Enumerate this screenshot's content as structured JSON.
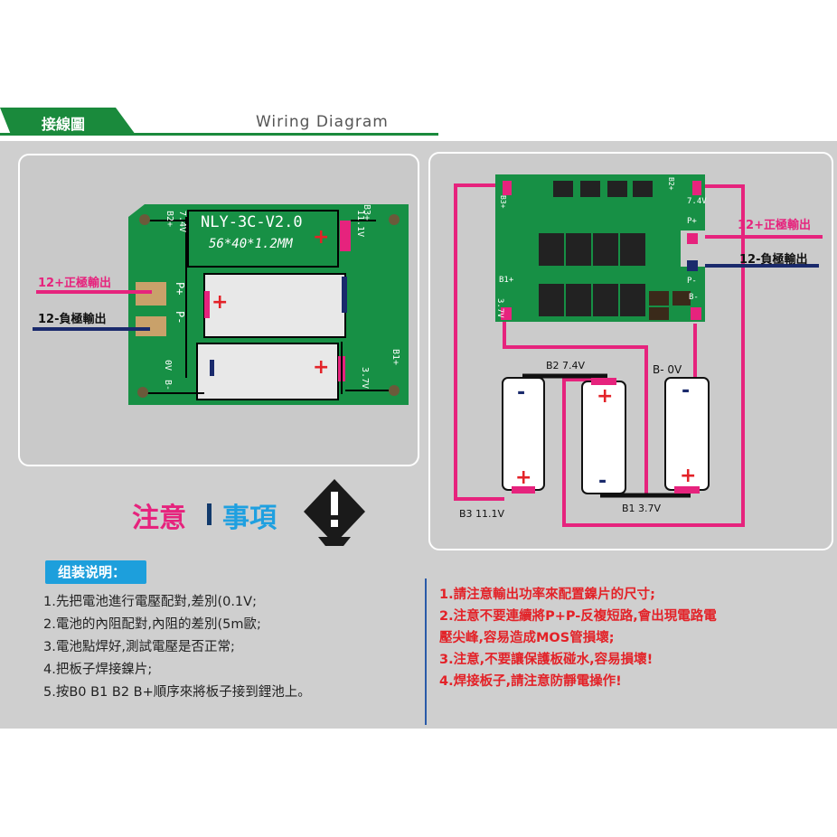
{
  "header": {
    "tab_label": "接線圖",
    "title_en": "Wiring Diagram"
  },
  "left_board": {
    "model_text": "NLY-3C-V2.0",
    "size_text": "56*40*1.2MM",
    "out_pos_label": "12+正極輸出",
    "out_neg_label": "12-負極輸出",
    "plus_sign": "+",
    "minus_sign": "-",
    "silk_b2": "B2+",
    "silk_74": "7.4V",
    "silk_b3": "B3+",
    "silk_11": "11.1V",
    "silk_p_plus": "P+",
    "silk_p_minus": "P-",
    "silk_b_minus": "B-",
    "silk_0v": "0V",
    "silk_b1": "B1+",
    "silk_37": "3.7V"
  },
  "right_board": {
    "out_pos_label": "12+正極輸出",
    "out_neg_label": "12-負極輸出",
    "b2_label": "B2 7.4V",
    "bminus_label": "B-  0V",
    "b3_label": "B3 11.1V",
    "b1_label": "B1 3.7V",
    "plus_sign": "+",
    "minus_sign": "-",
    "silk_74": "7.4V",
    "silk_37": "3.7V",
    "silk_p_plus": "P+",
    "silk_p_minus": "P-",
    "silk_b_minus": "B-",
    "silk_b1": "B1+",
    "silk_b2": "B2+",
    "silk_b3": "B3+"
  },
  "notice": {
    "title_a": "注意",
    "title_b": "事項"
  },
  "install": {
    "tag": "组装说明：",
    "steps": [
      "1.先把電池進行電壓配對,差別(0.1V;",
      "2.電池的內阻配對,內阻的差別(5m歐;",
      "3.電池點焊好,測試電壓是否正常;",
      "4.把板子焊接鎳片;",
      "5.按B0  B1  B2  B+順序來將板子接到鋰池上。"
    ]
  },
  "warnings": [
    "1.請注意輸出功率來配置鎳片的尺寸;",
    "2.注意不要連續將P+P-反複短路,會出現電路電",
    "   壓尖峰,容易造成MOS管損壞;",
    "3.注意,不要讓保護板碰水,容易損壞!",
    "4.焊接板子,請注意防靜電操作!"
  ],
  "colors": {
    "brand_green": "#1a8a3c",
    "pcb_green": "#179045",
    "wire_magenta": "#e6237d",
    "wire_navy": "#1a2a6c",
    "warn_red": "#e32228",
    "tag_blue": "#1d9fdc"
  }
}
